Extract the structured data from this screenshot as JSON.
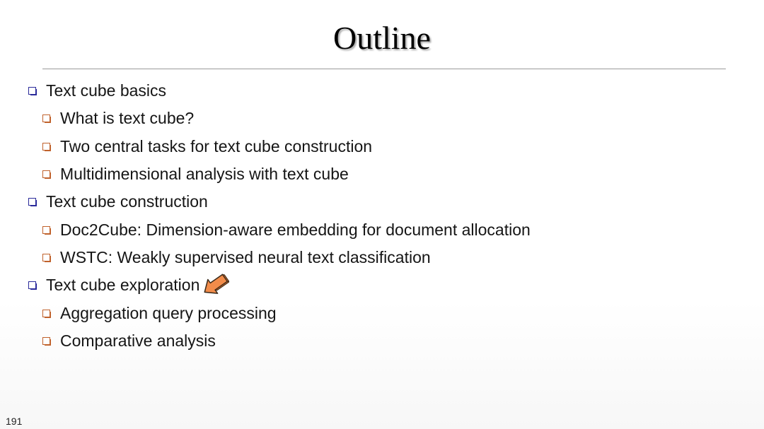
{
  "title": "Outline",
  "page_number": "191",
  "colors": {
    "level1_bullet": "#2a2a9a",
    "level2_bullet": "#c0622c",
    "pointer_fill": "#f28c4a",
    "rule": "#9a9a9a"
  },
  "bullets": [
    {
      "text": "Text cube basics"
    },
    {
      "text": "What is text cube?"
    },
    {
      "text": "Two central tasks for text cube construction"
    },
    {
      "text": "Multidimensional analysis with text cube"
    },
    {
      "text": "Text cube construction"
    },
    {
      "text": "Doc2Cube: Dimension-aware embedding for document allocation"
    },
    {
      "text": "WSTC: Weakly supervised neural text classification"
    },
    {
      "text": "Text cube exploration"
    },
    {
      "text": "Aggregation query processing"
    },
    {
      "text": "Comparative analysis"
    }
  ],
  "pointer_icon": "left-pointing-arrow-icon"
}
